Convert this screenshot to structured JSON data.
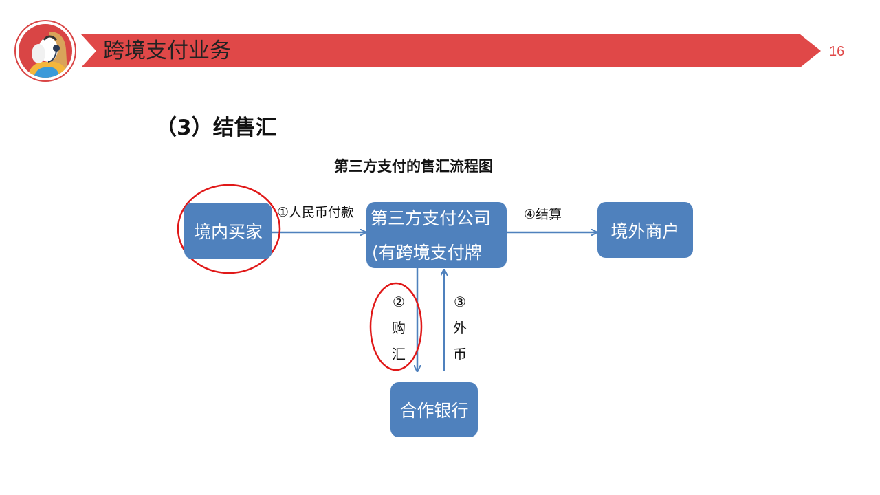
{
  "header": {
    "title": "跨境支付业务",
    "page_number": "16",
    "banner_color": "#e04848",
    "logo_icon": "customer-service-agent-icon"
  },
  "section": {
    "heading": "（3）结售汇"
  },
  "diagram": {
    "title": "第三方支付的售汇流程图",
    "nodes": {
      "buyer": "境内买家",
      "third_party_line1": "第三方支付公司",
      "third_party_line2": "(有跨境支付牌",
      "merchant": "境外商户",
      "bank": "合作银行"
    },
    "edges": {
      "step1": "①人民币付款",
      "step2": [
        "②",
        "购",
        "汇"
      ],
      "step3": [
        "③",
        "外",
        "币"
      ],
      "step4": "④结算"
    },
    "box_color": "#4f81bd",
    "highlight_color": "#e01818"
  }
}
